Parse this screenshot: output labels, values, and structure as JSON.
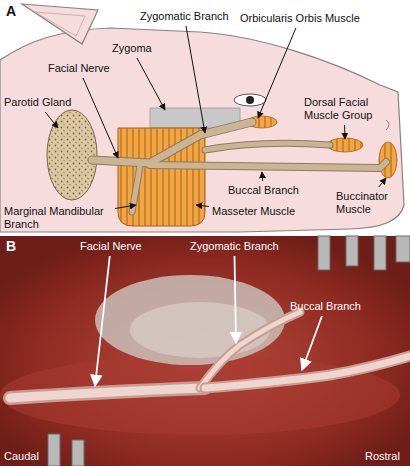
{
  "diagram": {
    "labels": [
      "A",
      "Zygomatic Branch",
      "Zygoma",
      "Orbicularis Orbis Muscle",
      "Facial Nerve",
      "Dorsal Facial Muscle Group",
      "Parotid Gland",
      "Buccal Branch",
      "Marginal Mandibular Branch",
      "Masseter Muscle",
      "Buccinator Muscle",
      "B",
      "Facial Nerve",
      "Zygomatic Branch",
      "Buccal Branch",
      "Caudal",
      "Rostral"
    ]
  }
}
